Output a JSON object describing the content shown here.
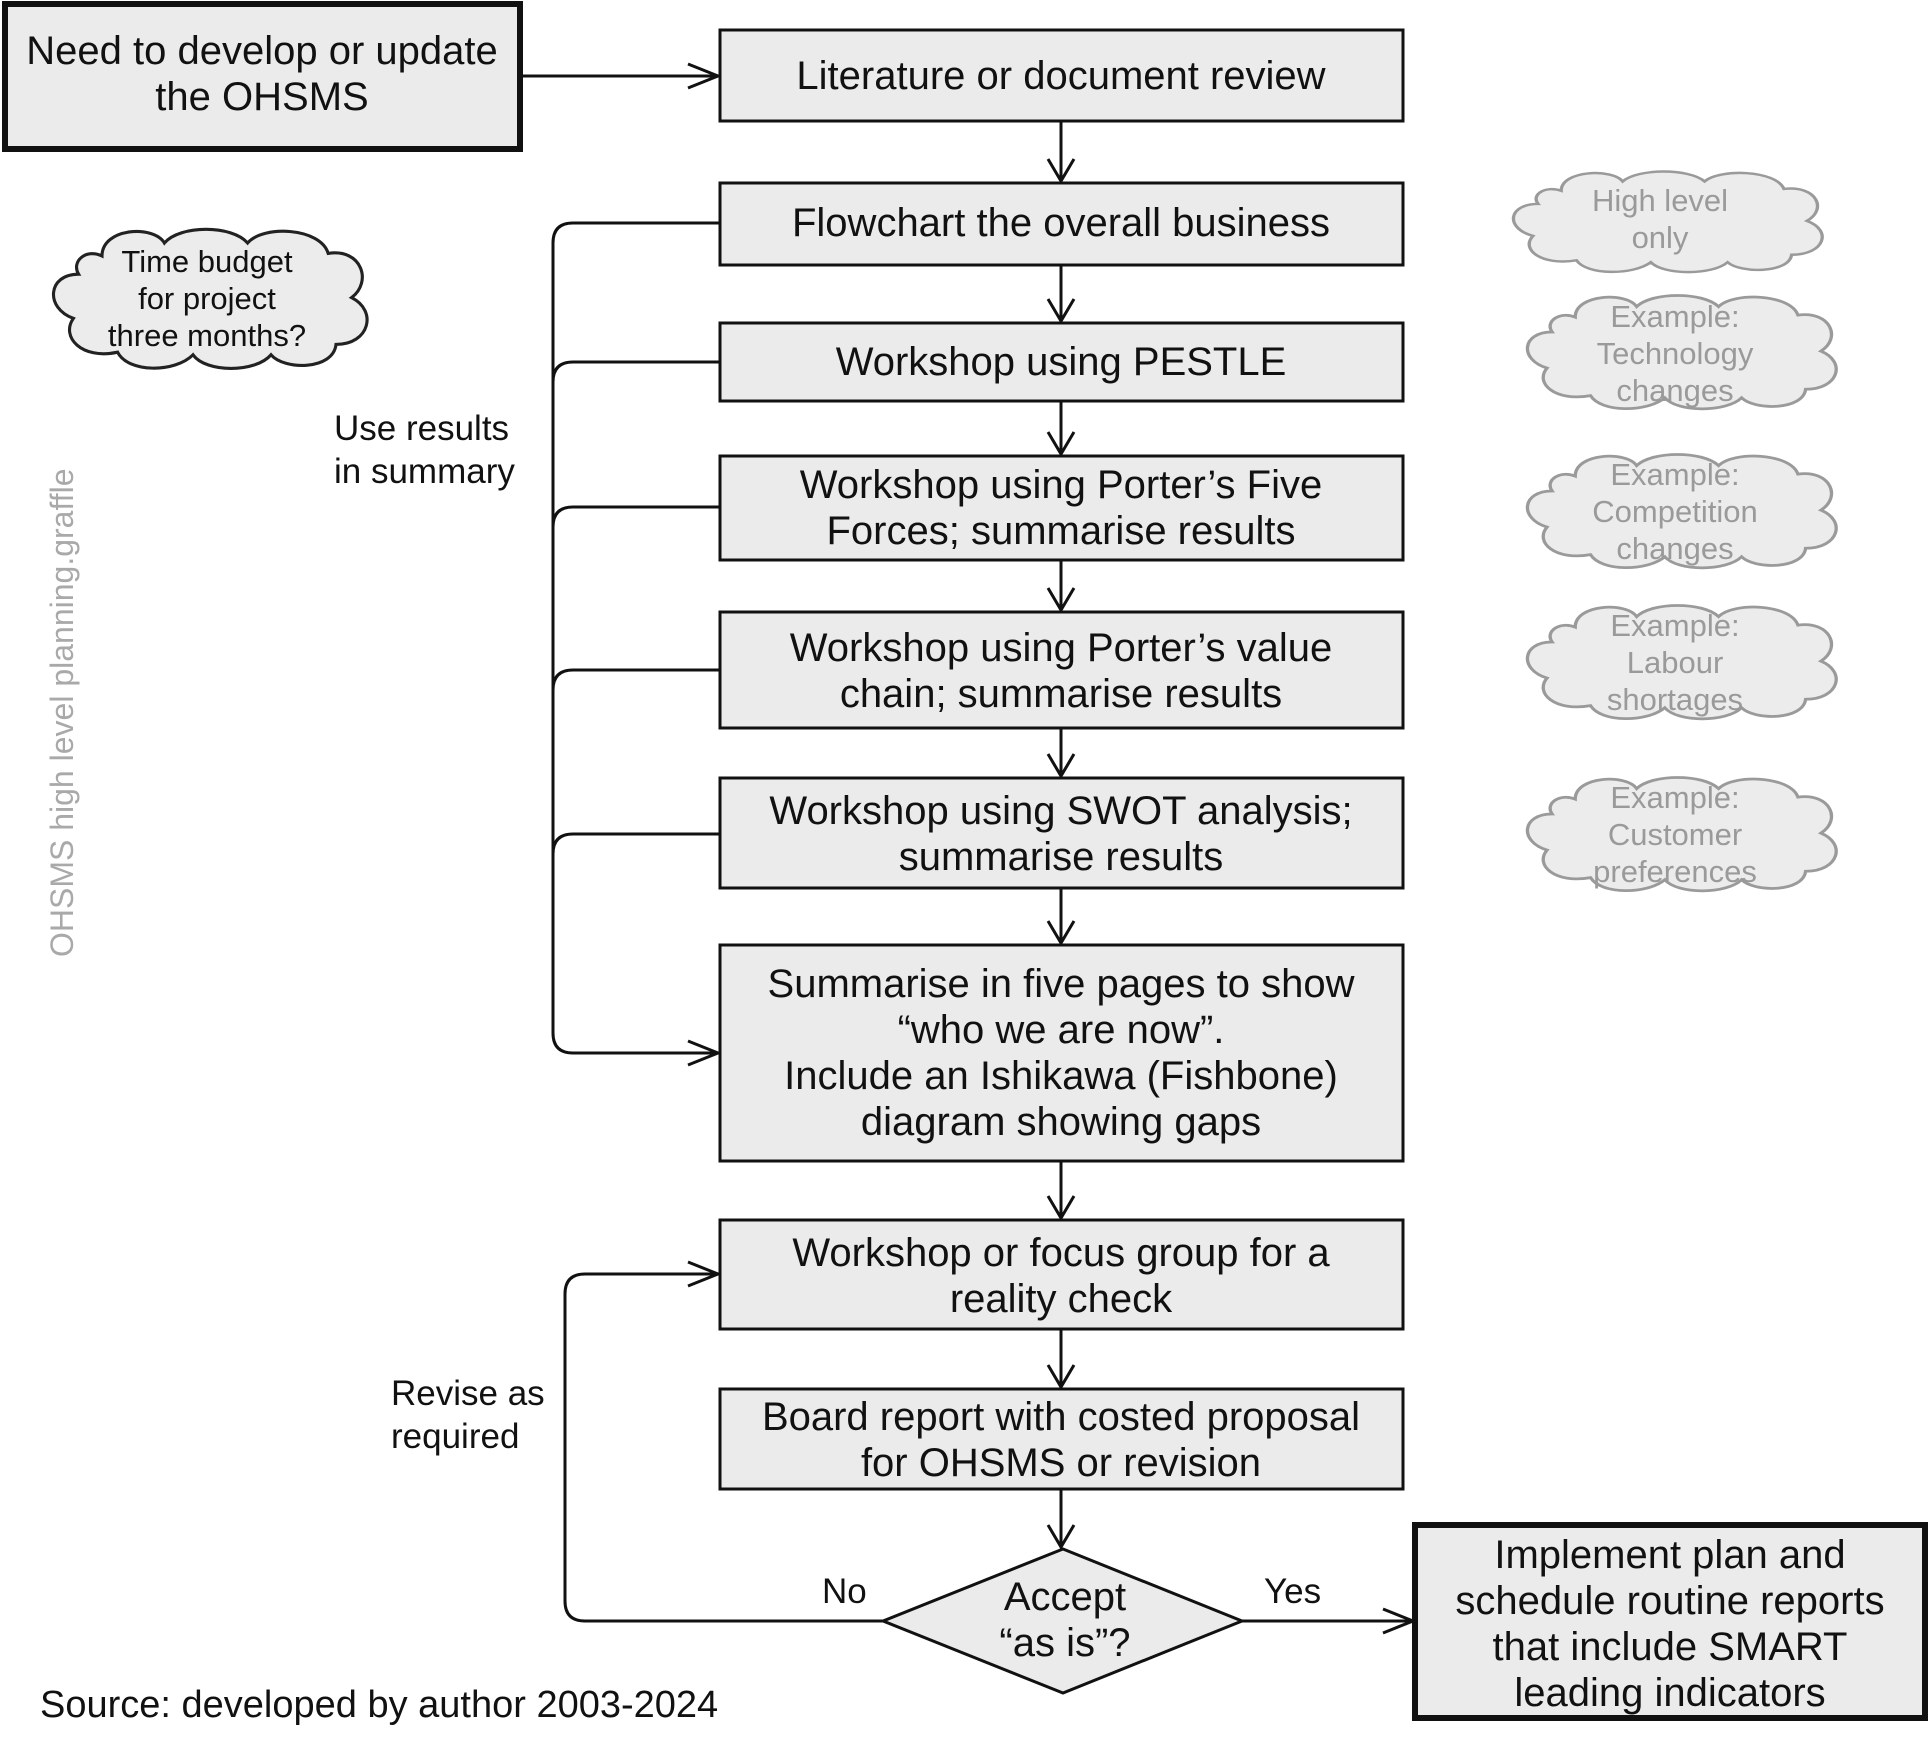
{
  "steps": {
    "start": [
      "Need to develop or update",
      "the OHSMS"
    ],
    "literature": [
      "Literature or document review"
    ],
    "flowchart": [
      "Flowchart the overall business"
    ],
    "pestle": [
      "Workshop using PESTLE"
    ],
    "five_forces": [
      "Workshop using Porter’s Five",
      "Forces; summarise results"
    ],
    "value_chain": [
      "Workshop using Porter’s value",
      "chain; summarise results"
    ],
    "swot": [
      "Workshop using SWOT analysis;",
      "summarise results"
    ],
    "summarise": [
      "Summarise in five pages to show",
      "“who we are now”.",
      "Include an Ishikawa (Fishbone)",
      "diagram showing gaps"
    ],
    "reality_check": [
      "Workshop or focus group for a",
      "reality check"
    ],
    "board_report": [
      "Board report with costed proposal",
      "for OHSMS or revision"
    ],
    "decision": [
      "Accept",
      "“as is”?"
    ],
    "implement": [
      "Implement plan and",
      "schedule routine reports",
      "that include SMART",
      "leading indicators"
    ]
  },
  "notes": {
    "time_budget": [
      "Time budget",
      "for project",
      "three months?"
    ],
    "high_level": [
      "High level",
      "only"
    ],
    "technology": [
      "Example:",
      "Technology",
      "changes"
    ],
    "competition": [
      "Example:",
      "Competition",
      "changes"
    ],
    "labour": [
      "Example:",
      "Labour",
      "shortages"
    ],
    "customer": [
      "Example:",
      "Customer",
      "preferences"
    ]
  },
  "labels": {
    "use_results": [
      "Use results",
      "in summary"
    ],
    "revise": [
      "Revise as",
      "required"
    ],
    "no": "No",
    "yes": "Yes"
  },
  "filename": "OHSMS high level planning.graffle",
  "source": "Source: developed by author 2003-2024",
  "colors": {
    "box_fill": "#ebebeb",
    "stroke": "#111111",
    "note_fill": "#ececec",
    "note_stroke_dark": "#222222",
    "note_stroke_grey": "#9a9a9a",
    "note_text_grey": "#9a9a9a",
    "side_text": "#a9a9a9"
  }
}
